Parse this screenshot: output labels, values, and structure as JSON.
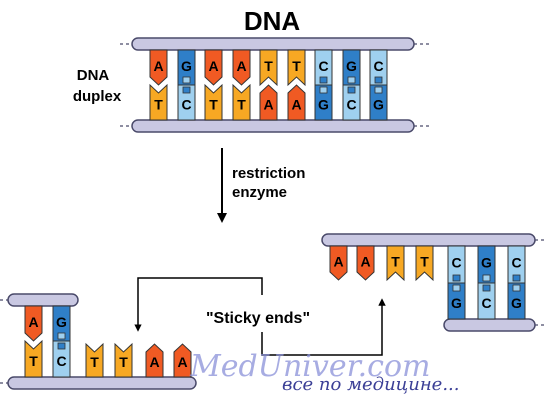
{
  "title": "DNA",
  "label_duplex": [
    "DNA",
    "duplex"
  ],
  "label_enzyme": [
    "restriction",
    "enzyme"
  ],
  "label_sticky": "\"Sticky ends\"",
  "watermark": {
    "site": "MedUniver.com",
    "tagline": "все по медицине..."
  },
  "colors": {
    "A": "#f05a23",
    "T": "#f7a823",
    "G": "#2f7fc8",
    "C": "#9fd0ef",
    "backbone_fill": "#c9c8e2",
    "backbone_edge": "#4a4a6a"
  },
  "duplex": {
    "top_strand": [
      "A",
      "G",
      "A",
      "A",
      "T",
      "T",
      "C",
      "G",
      "C"
    ],
    "bottom_strand": [
      "T",
      "C",
      "T",
      "T",
      "A",
      "A",
      "G",
      "C",
      "G"
    ]
  },
  "left_fragment": {
    "paired_top": [
      "A",
      "G"
    ],
    "paired_bottom": [
      "T",
      "C"
    ],
    "overhang": [
      "T",
      "T",
      "A",
      "A"
    ]
  },
  "right_fragment": {
    "overhang": [
      "A",
      "A",
      "T",
      "T"
    ],
    "paired_top": [
      "C",
      "G",
      "C"
    ],
    "paired_bottom": [
      "G",
      "C",
      "G"
    ]
  }
}
